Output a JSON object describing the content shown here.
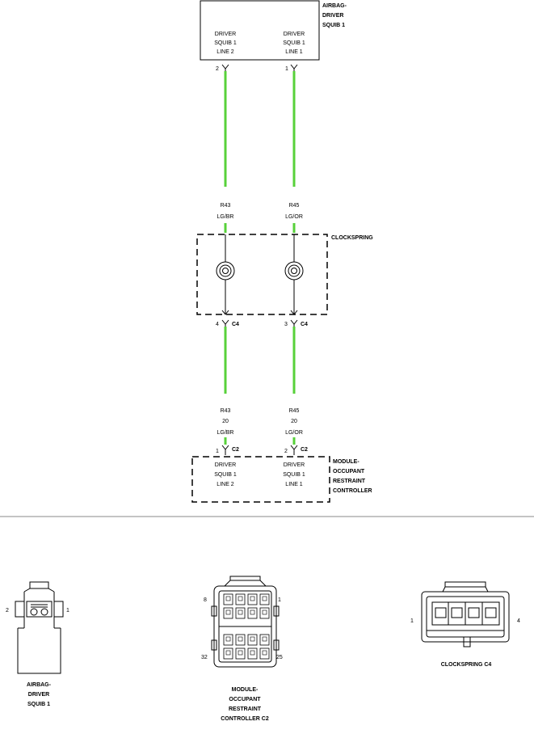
{
  "airbag": {
    "title": [
      "AIRBAG-",
      "DRIVER",
      "SQUIB 1"
    ],
    "pin_left": [
      "DRIVER",
      "SQUIB 1",
      "LINE 2"
    ],
    "pin_right": [
      "DRIVER",
      "SQUIB 1",
      "LINE 1"
    ],
    "pin_left_num": "2",
    "pin_right_num": "1"
  },
  "wires_top": {
    "left": {
      "circuit": "R43",
      "color": "LG/BR"
    },
    "right": {
      "circuit": "R45",
      "color": "LG/OR"
    }
  },
  "clockspring": {
    "title": "CLOCKSPRING",
    "pin_left_num": "4",
    "pin_right_num": "3",
    "connector": "C4"
  },
  "wires_bottom": {
    "left": {
      "circuit": "R43",
      "gauge": "20",
      "color": "LG/BR"
    },
    "right": {
      "circuit": "R45",
      "gauge": "20",
      "color": "LG/OR"
    }
  },
  "orc": {
    "title": [
      "MODULE-",
      "OCCUPANT",
      "RESTRAINT",
      "CONTROLLER"
    ],
    "pin_left_num": "1",
    "pin_right_num": "2",
    "connector": "C2",
    "pin_left": [
      "DRIVER",
      "SQUIB 1",
      "LINE 2"
    ],
    "pin_right": [
      "DRIVER",
      "SQUIB 1",
      "LINE 1"
    ]
  },
  "connector_views": {
    "airbag": {
      "caption": [
        "AIRBAG-",
        "DRIVER",
        "SQUIB 1"
      ],
      "pin_left": "2",
      "pin_right": "1"
    },
    "orc": {
      "caption": [
        "MODULE-",
        "OCCUPANT",
        "RESTRAINT",
        "CONTROLLER C2"
      ],
      "pin_tl": "8",
      "pin_tr": "1",
      "pin_bl": "32",
      "pin_br": "25"
    },
    "clockspring": {
      "caption": "CLOCKSPRING C4",
      "pin_left": "1",
      "pin_right": "4"
    }
  },
  "colors": {
    "wire": "#57d13a",
    "line": "#000000"
  }
}
